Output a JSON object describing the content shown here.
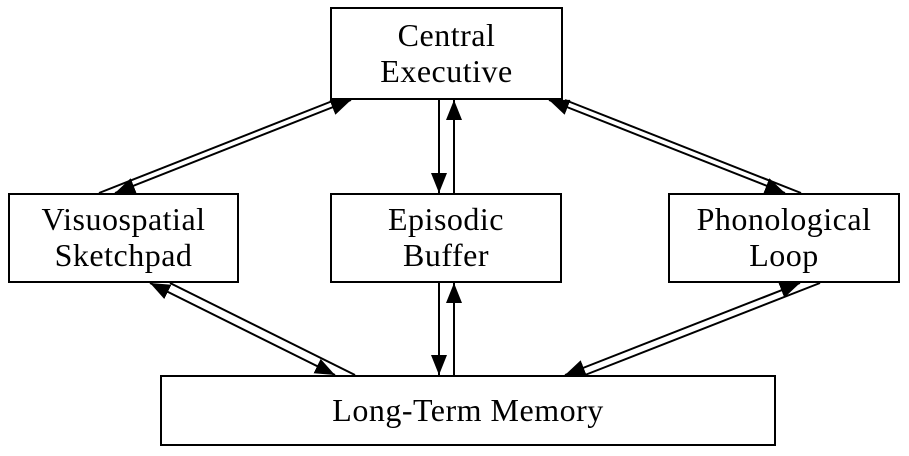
{
  "boxes": {
    "central_executive": {
      "line1": "Central",
      "line2": "Executive"
    },
    "visuospatial_sketchpad": {
      "line1": "Visuospatial",
      "line2": "Sketchpad"
    },
    "episodic_buffer": {
      "line1": "Episodic",
      "line2": "Buffer"
    },
    "phonological_loop": {
      "line1": "Phonological",
      "line2": "Loop"
    },
    "long_term_memory": {
      "line1": "Long-Term Memory"
    }
  },
  "connectors": [
    {
      "from": "Central Executive",
      "to": "Visuospatial Sketchpad",
      "direction": "bidirectional",
      "style": "double-headed arrow with parallel line"
    },
    {
      "from": "Central Executive",
      "to": "Episodic Buffer",
      "direction": "bidirectional",
      "style": "two opposing single-headed arrows"
    },
    {
      "from": "Central Executive",
      "to": "Phonological Loop",
      "direction": "bidirectional",
      "style": "double-headed arrow with parallel line"
    },
    {
      "from": "Visuospatial Sketchpad",
      "to": "Long-Term Memory",
      "direction": "bidirectional",
      "style": "double-headed arrow with parallel line"
    },
    {
      "from": "Episodic Buffer",
      "to": "Long-Term Memory",
      "direction": "bidirectional",
      "style": "two opposing single-headed arrows"
    },
    {
      "from": "Phonological Loop",
      "to": "Long-Term Memory",
      "direction": "bidirectional",
      "style": "double-headed arrow with parallel line"
    }
  ],
  "colors": {
    "ink": "#000000",
    "background": "#ffffff",
    "box_fill": "#ffffff"
  }
}
